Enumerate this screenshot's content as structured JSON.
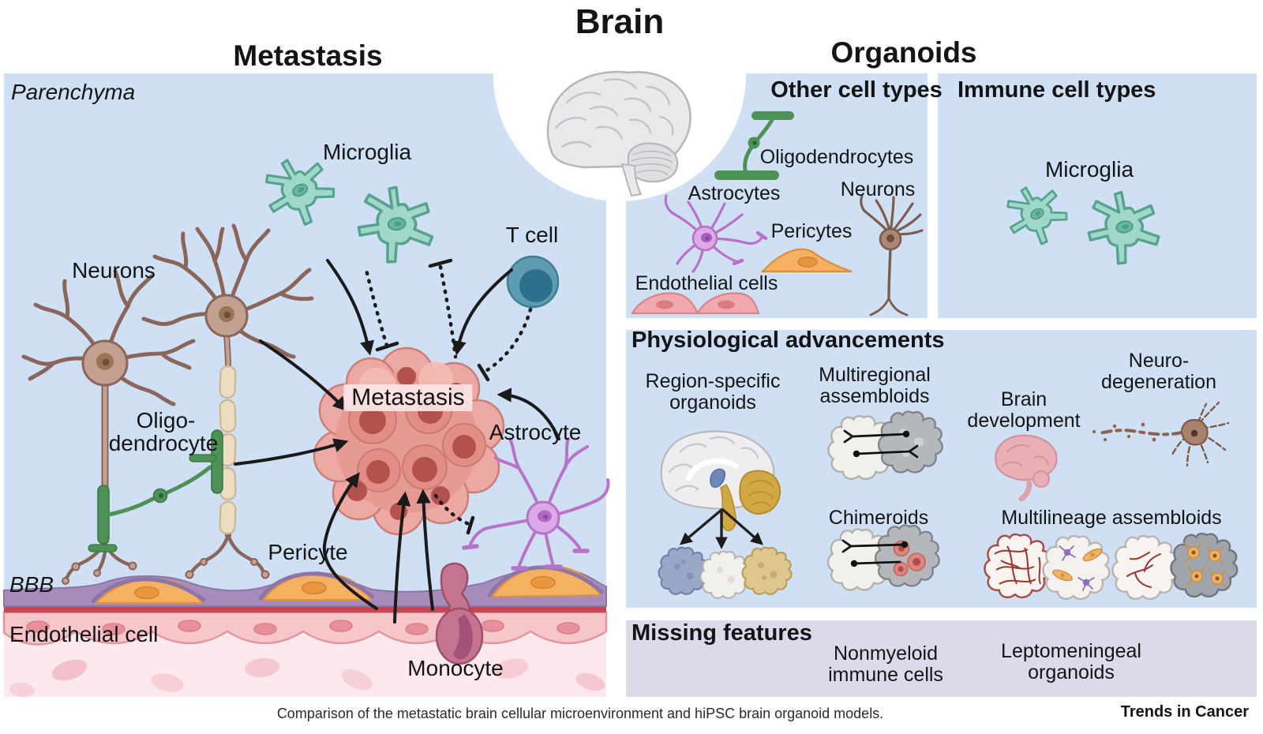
{
  "brain_title": "Brain",
  "metastasis": {
    "title": "Metastasis",
    "parenchyma": "Parenchyma",
    "microglia": "Microglia",
    "neurons": "Neurons",
    "t_cell": "T cell",
    "tumor": "Metastasis",
    "astrocyte": "Astrocyte",
    "oligo1": "Oligo-",
    "oligo2": "dendrocyte",
    "pericyte": "Pericyte",
    "bbb": "BBB",
    "endothelial": "Endothelial cell",
    "monocyte": "Monocyte"
  },
  "organoids": {
    "title": "Organoids",
    "other": {
      "title": "Other cell types",
      "oligodendrocytes": "Oligodendrocytes",
      "astrocytes": "Astrocytes",
      "neurons": "Neurons",
      "pericytes": "Pericytes",
      "endothelial": "Endothelial cells"
    },
    "immune": {
      "title": "Immune cell types",
      "microglia": "Microglia"
    },
    "phys": {
      "title": "Physiological advancements",
      "region1": "Region-specific",
      "region2": "organoids",
      "multiregional1": "Multiregional",
      "multiregional2": "assembloids",
      "chimeroids": "Chimeroids",
      "braindev1": "Brain",
      "braindev2": "development",
      "neuro1": "Neuro-",
      "neuro2": "degeneration",
      "multilineage": "Multilineage assembloids"
    },
    "missing": {
      "title": "Missing features",
      "nonmyeloid1": "Nonmyeloid",
      "nonmyeloid2": "immune cells",
      "lepto1": "Leptomeningeal",
      "lepto2": "organoids"
    }
  },
  "footer": {
    "caption": "Comparison of the metastatic brain cellular microenvironment and hiPSC brain organoid models.",
    "journal": "Trends in Cancer"
  },
  "colors": {
    "panel_blue": "#cfe0f4",
    "missing_lavender": "#dcd9ea",
    "tumor_red": "#e79a93",
    "microglia_teal": "#9fd8c8",
    "astrocyte_purple": "#dca8e5",
    "oligodendrocyte_green": "#4c9155",
    "pericyte_orange": "#f6b061",
    "endothelial_pink": "#f6c6cb",
    "neuron_brown": "#c2a191",
    "tcell_blue": "#5e9cb3",
    "monocyte_maroon": "#c4748f",
    "bbb_purple": "#a58cbc",
    "vessel_red": "#c6454e"
  }
}
